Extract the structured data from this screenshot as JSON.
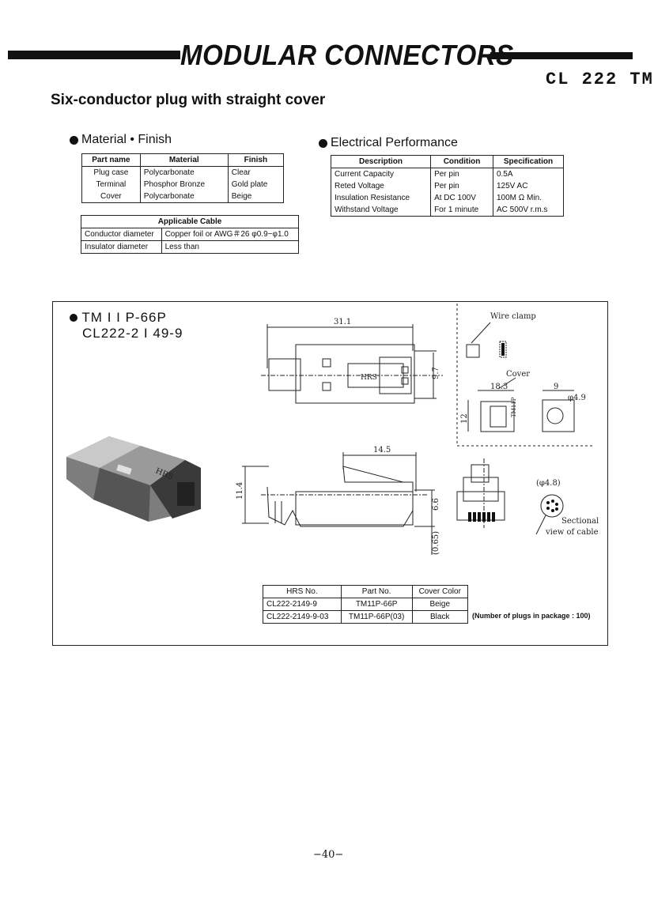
{
  "header": {
    "title": "MODULAR CONNECTORS",
    "code": "CL 222 TM",
    "subtitle": "Six-conductor plug with straight cover"
  },
  "material": {
    "heading": "Material • Finish",
    "columns": [
      "Part name",
      "Material",
      "Finish"
    ],
    "rows": [
      [
        "Plug case",
        "Polycarbonate",
        "Clear"
      ],
      [
        "Terminal",
        "Phosphor Bronze",
        "Gold plate"
      ],
      [
        "Cover",
        "Polycarbonate",
        "Beige"
      ]
    ]
  },
  "cable": {
    "heading": "Applicable Cable",
    "rows": [
      [
        "Conductor diameter",
        "Copper foil or AWG＃26 φ0.9−φ1.0"
      ],
      [
        "Insulator diameter",
        "Less than"
      ]
    ]
  },
  "electrical": {
    "heading": "Electrical Performance",
    "columns": [
      "Description",
      "Condition",
      "Specification"
    ],
    "rows": [
      [
        "Current Capacity",
        "Per pin",
        "0.5A"
      ],
      [
        "Reted Voltage",
        "Per pin",
        "125V AC"
      ],
      [
        "Insulation Resistance",
        "At DC 100V",
        "100M Ω Min."
      ],
      [
        "Withstand Voltage",
        "For 1 minute",
        "AC 500V r.m.s"
      ]
    ]
  },
  "product": {
    "model": "TM I I P-66P",
    "part": "CL222-2 I 49-9"
  },
  "drawing": {
    "dim_31_1": "31.1",
    "dim_9_7": "9.7",
    "dim_14_5": "14.5",
    "dim_11_4": "11.4",
    "dim_6_6": "6.6",
    "dim_0_65": "(0.65)",
    "dim_18_3": "18.3",
    "dim_9": "9",
    "dim_12": "12",
    "dim_phi_4_9": "φ4.9",
    "dim_phi_4_8": "(φ4.8)",
    "label_wire_clamp": "Wire clamp",
    "label_cover": "Cover",
    "label_sectional": "Sectional",
    "label_view_of_cable": "view of cable",
    "mark_hrs": "HRS",
    "mark_tm11p": "TM11P"
  },
  "order_table": {
    "columns": [
      "HRS No.",
      "Part No.",
      "Cover Color"
    ],
    "rows": [
      [
        "CL222-2149-9",
        "TM11P-66P",
        "Beige"
      ],
      [
        "CL222-2149-9-03",
        "TM11P-66P(03)",
        "Black"
      ]
    ],
    "note": "(Number of plugs in package : 100)"
  },
  "footer": {
    "page": "−40−"
  },
  "colors": {
    "ink": "#111111",
    "photo_dark": "#3a3a3a",
    "photo_light": "#c8c8c8"
  }
}
